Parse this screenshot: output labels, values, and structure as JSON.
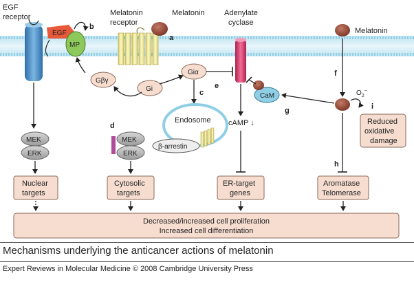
{
  "labels": {
    "egf_receptor_1": "EGF",
    "egf_receptor_2": "receptor",
    "egf": "EGF",
    "mp": "MP",
    "b": "b",
    "melatonin_receptor_1": "Melatonin",
    "melatonin_receptor_2": "receptor",
    "melatonin_top": "Melatonin",
    "a": "a",
    "adenylate_1": "Adenylate",
    "adenylate_2": "cyclase",
    "melatonin_right": "Melatonin",
    "gby": "Gβγ",
    "gi": "Gi",
    "gia": "Giα",
    "c": "c",
    "e": "e",
    "f": "f",
    "cam": "CaM",
    "g": "g",
    "o2": "O",
    "o2_sub": "2",
    "o2_sup": "–",
    "i": "i",
    "reduced_1": "Reduced",
    "reduced_2": "oxidative",
    "reduced_3": "damage",
    "endosome": "Endosome",
    "d": "d",
    "mek1": "MEK",
    "erk1": "ERK",
    "mek2": "MEK",
    "erk2": "ERK",
    "barrestin": "β-arrestin",
    "camp": "cAMP ↓",
    "h": "h",
    "nuclear_1": "Nuclear",
    "nuclear_2": "targets",
    "cytosolic_1": "Cytosolic",
    "cytosolic_2": "targets",
    "er_1": "ER-target",
    "er_2": "genes",
    "aromatase_1": "Aromatase",
    "aromatase_2": "Telomerase",
    "outcome_1": "Decreased/increased cell proliferation",
    "outcome_2": "Increased cell differentiation"
  },
  "caption": "Mechanisms underlying the anticancer actions of melatonin",
  "credit": "Expert Reviews in Molecular Medicine © 2008 Cambridge University Press",
  "colors": {
    "membrane": "#8fcfe6",
    "egf_receptor": "#4a90c8",
    "egf": "#e8593a",
    "mp": "#8cc85a",
    "melatonin_receptor": "#f4f0a0",
    "melatonin": "#9a4a3a",
    "adenylate": "#e0306a",
    "g_protein": "#f6ddd0",
    "mek_erk": "#b8b8b8",
    "target_box": "#f6ddd0",
    "endosome": "#8fcfe6",
    "barrestin_stub": "#b04a9a"
  }
}
